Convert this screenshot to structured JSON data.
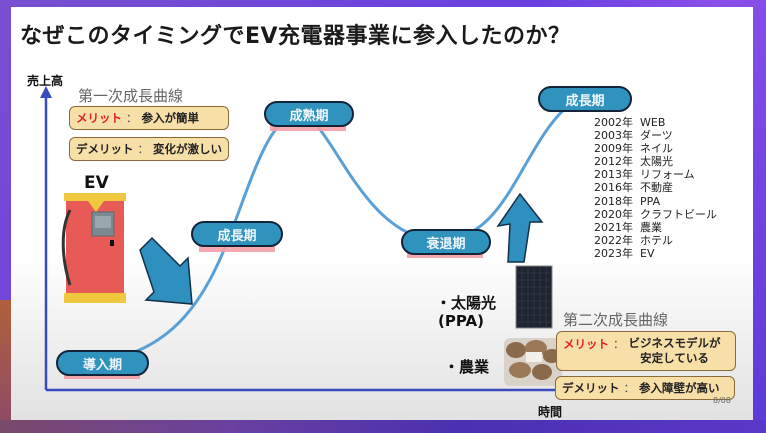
{
  "slide": {
    "title": "なぜこのタイミングでEV充電器事業に参入したのか？",
    "page_number": "8/08"
  },
  "axes": {
    "y_label": "売上高",
    "x_label": "時間"
  },
  "first_curve": {
    "title": "第一次成長曲線",
    "merit_label": "メリット",
    "merit_text": "参入が簡単",
    "demerit_label": "デメリット",
    "demerit_text": "変化が激しい"
  },
  "second_curve": {
    "title": "第二次成長曲線",
    "merit_label": "メリット",
    "merit_text_line1": "ビジネスモデルが",
    "merit_text_line2": "安定している",
    "demerit_label": "デメリット",
    "demerit_text": "参入障壁が高い"
  },
  "separator": "：",
  "stages": {
    "introduction": "導入期",
    "growth1": "成長期",
    "maturity": "成熟期",
    "decline": "衰退期",
    "growth2": "成長期"
  },
  "ev_label": "EV",
  "side_labels": {
    "solar_line1": "・太陽光",
    "solar_line2": "(PPA)",
    "agriculture": "・農業"
  },
  "history": [
    {
      "year": "2002年",
      "business": "WEB"
    },
    {
      "year": "2003年",
      "business": "ダーツ"
    },
    {
      "year": "2009年",
      "business": "ネイル"
    },
    {
      "year": "2012年",
      "business": "太陽光"
    },
    {
      "year": "2013年",
      "business": "リフォーム"
    },
    {
      "year": "2016年",
      "business": "不動産"
    },
    {
      "year": "2018年",
      "business": "PPA"
    },
    {
      "year": "2020年",
      "business": "クラフトビール"
    },
    {
      "year": "2021年",
      "business": "農業"
    },
    {
      "year": "2022年",
      "business": "ホテル"
    },
    {
      "year": "2023年",
      "business": "EV"
    }
  ],
  "colors": {
    "axis": "#3a4bbf",
    "curve": "#5aa0d8",
    "stage_fill": "#2f93bd",
    "arrow_fill": "#2f8fbf",
    "note_fill": "#f7dfa8",
    "merit_red": "#e02020"
  }
}
